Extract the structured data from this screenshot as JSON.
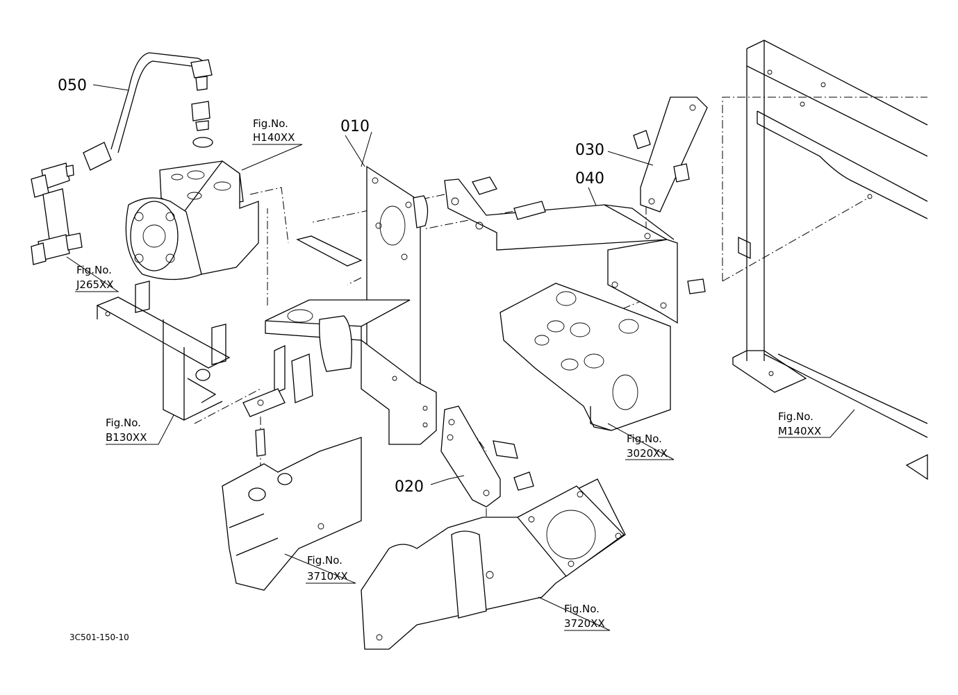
{
  "part_numbers": {
    "p010": "010",
    "p020": "020",
    "p030": "030",
    "p040": "040",
    "p050": "050"
  },
  "figure_refs": {
    "fig_prefix": "Fig.No.",
    "h140": "H140XX",
    "j265": "J265XX",
    "b130": "B130XX",
    "m140": "M140XX",
    "f3020": "3020XX",
    "f3710": "3710XX",
    "f3720": "3720XX"
  },
  "document_code": "3C501-150-10",
  "colors": {
    "ink": "#000000",
    "paper": "#ffffff"
  }
}
